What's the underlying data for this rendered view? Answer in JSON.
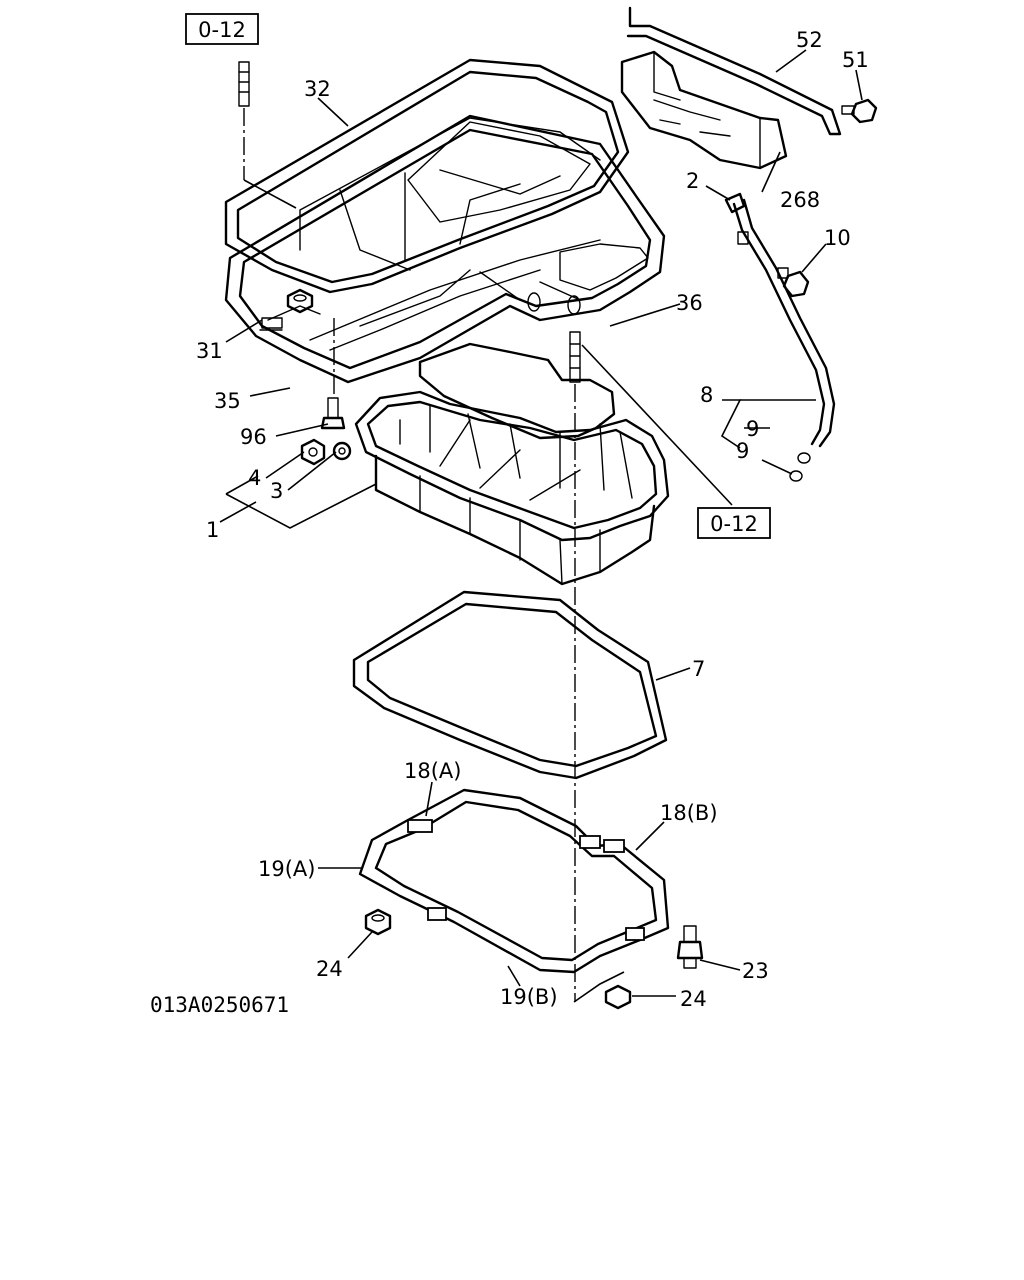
{
  "diagram": {
    "ref_boxes": [
      "0-12",
      "0-12"
    ],
    "part_labels": [
      "52",
      "51",
      "32",
      "268",
      "2",
      "10",
      "36",
      "31",
      "35",
      "96",
      "8",
      "9",
      "9",
      "4",
      "3",
      "1",
      "7",
      "18(A)",
      "18(B)",
      "19(A)",
      "24",
      "23",
      "19(B)",
      "24"
    ],
    "drawing_code": "013A0250671"
  }
}
